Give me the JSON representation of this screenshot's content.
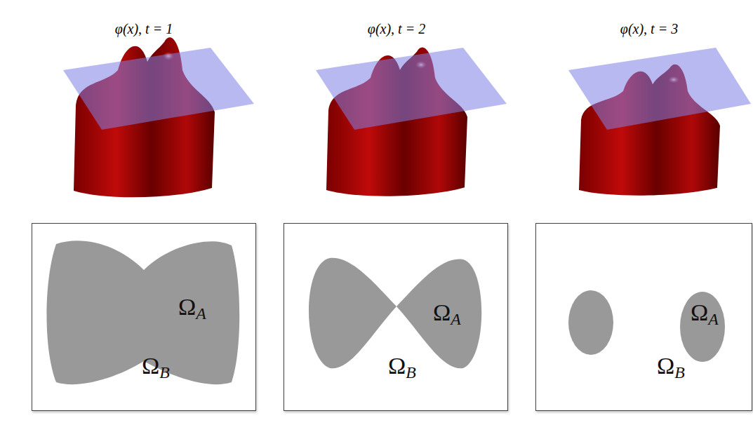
{
  "diagram": {
    "nodes": [
      {
        "text": [
          "ΩA",
          "ΩB"
        ]
      },
      {
        "text": [
          "ΩA",
          "ΩB"
        ]
      },
      {
        "text": [
          "ΩA",
          "ΩB"
        ]
      }
    ],
    "labels": [
      "φ(x), t = 1",
      "φ(x), t = 2",
      "φ(x), t = 3"
    ]
  }
}
